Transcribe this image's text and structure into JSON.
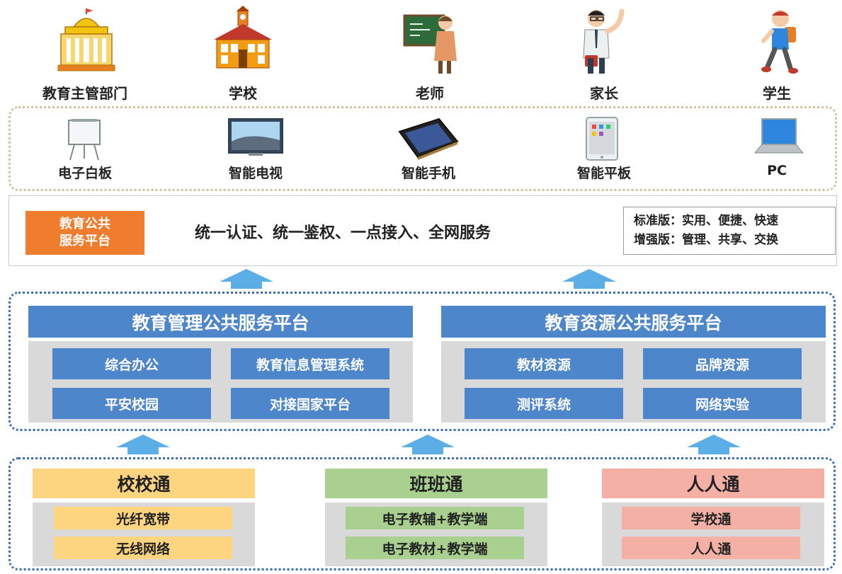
{
  "users": [
    "教育主管部门",
    "学校",
    "老师",
    "家长",
    "学生"
  ],
  "devices": [
    "电子白板",
    "智能电视",
    "智能手机",
    "智能平板",
    "PC"
  ],
  "public_platform": {
    "badge_line1": "教育公共",
    "badge_line2": "服务平台",
    "services": "统一认证、统一鉴权、一点接入、全网服务",
    "standard": "标准版：实用、便捷、快速",
    "enhanced": "增强版：管理、共享、交换"
  },
  "management_platform": {
    "title": "教育管理公共服务平台",
    "items": [
      "综合办公",
      "教育信息管理系统",
      "平安校园",
      "对接国家平台"
    ]
  },
  "resource_platform": {
    "title": "教育资源公共服务平台",
    "items": [
      "教材资源",
      "品牌资源",
      "测评系统",
      "网络实验"
    ]
  },
  "tongs": [
    {
      "title": "校校通",
      "items": [
        "光纤宽带",
        "无线网络"
      ],
      "color": "#fdd581"
    },
    {
      "title": "班班通",
      "items": [
        "电子教辅+教学端",
        "电子教材+教学端"
      ],
      "color": "#a9d08e"
    },
    {
      "title": "人人通",
      "items": [
        "学校通",
        "人人通"
      ],
      "color": "#f4b0a4"
    }
  ],
  "colors": {
    "accent_orange": "#f07c2d",
    "platform_blue": "#4e86cc",
    "arrow_blue": "#5baee6"
  }
}
